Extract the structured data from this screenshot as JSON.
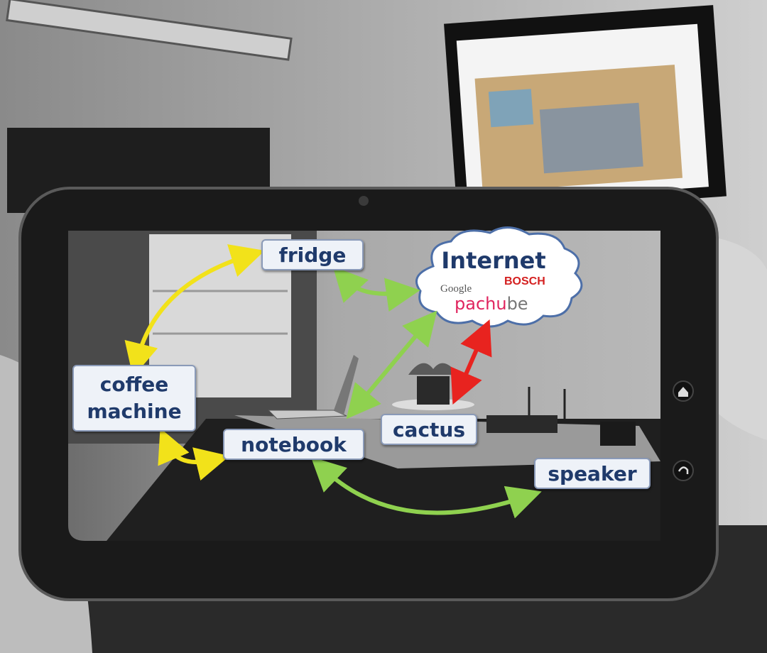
{
  "scene": {
    "labels": {
      "fridge": "fridge",
      "coffee_line1": "coffee",
      "coffee_line2": "machine",
      "notebook": "notebook",
      "cactus": "cactus",
      "speaker": "speaker"
    },
    "internet_cloud": {
      "title": "Internet",
      "logos": {
        "google": "Google",
        "bosch": "BOSCH",
        "pachube_a": "pachu",
        "pachube_b": "be"
      }
    },
    "arrow_colors": {
      "yellow": "#f2e21a",
      "green": "#8fd14f",
      "red": "#e8231f"
    },
    "label_color": "#1f3a6b",
    "label_background": "#eef2f8"
  }
}
